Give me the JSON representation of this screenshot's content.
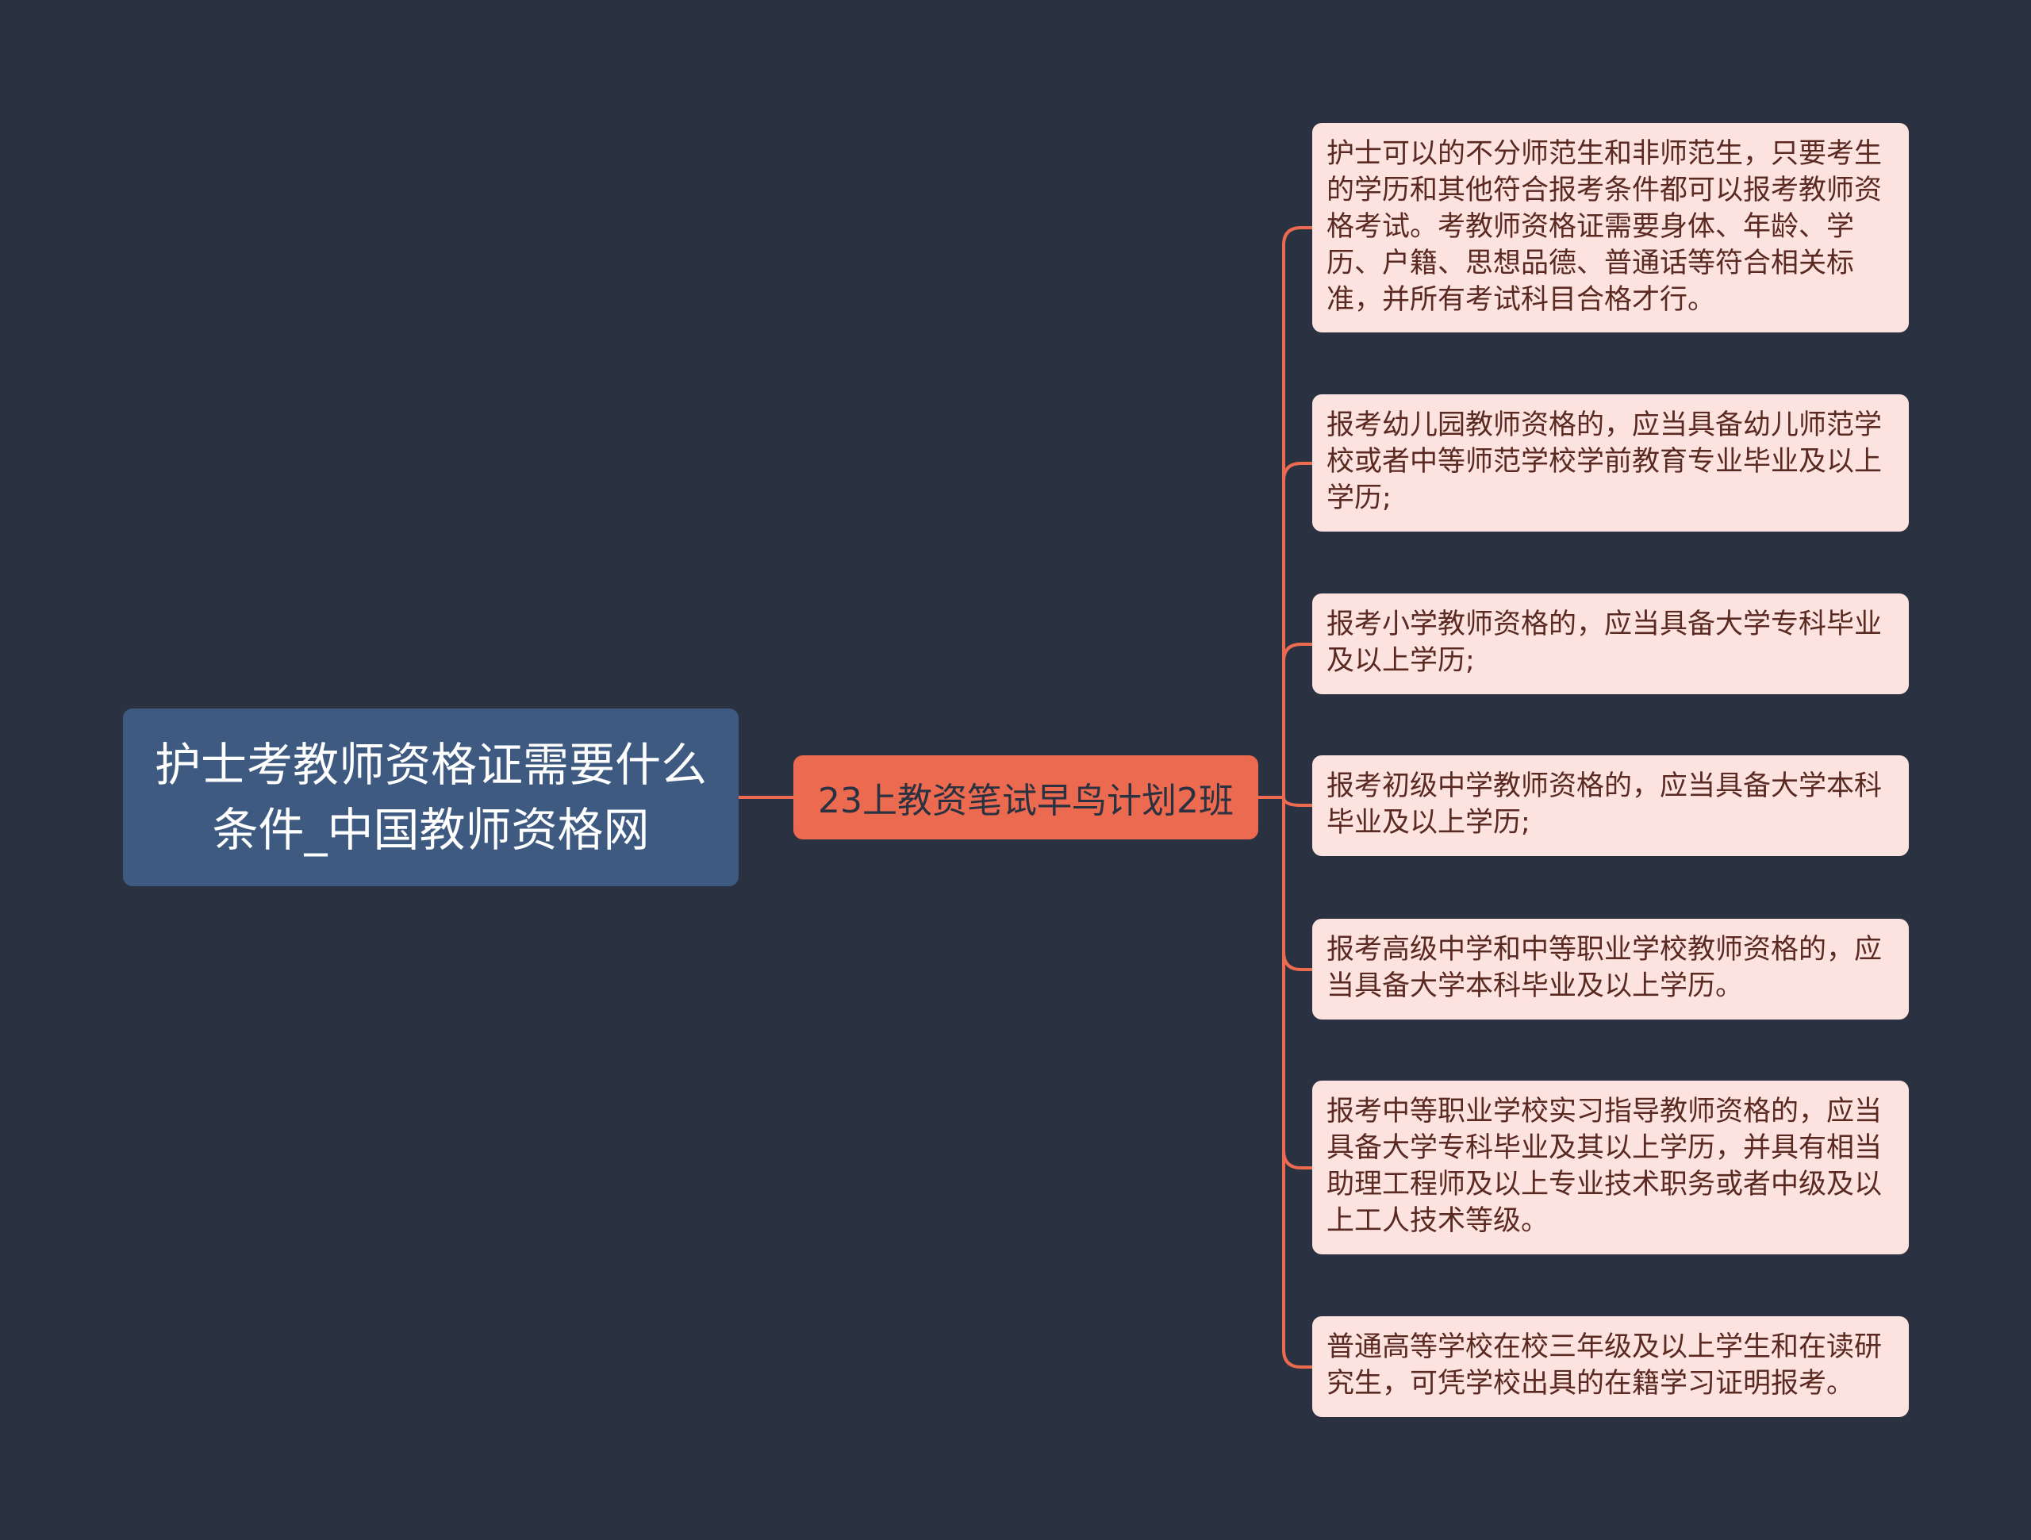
{
  "root": {
    "label": "护士考教师资格证需要什么条件_中国教师资格网"
  },
  "branch": {
    "label": "23上教资笔试早鸟计划2班"
  },
  "leaves": [
    {
      "text": "护士可以的不分师范生和非师范生，只要考生的学历和其他符合报考条件都可以报考教师资格考试。考教师资格证需要身体、年龄、学历、户籍、思想品德、普通话等符合相关标准，并所有考试科目合格才行。"
    },
    {
      "text": "报考幼儿园教师资格的，应当具备幼儿师范学校或者中等师范学校学前教育专业毕业及以上学历;"
    },
    {
      "text": "报考小学教师资格的，应当具备大学专科毕业及以上学历;"
    },
    {
      "text": "报考初级中学教师资格的，应当具备大学本科毕业及以上学历;"
    },
    {
      "text": "报考高级中学和中等职业学校教师资格的，应当具备大学本科毕业及以上学历。"
    },
    {
      "text": "报考中等职业学校实习指导教师资格的，应当具备大学专科毕业及其以上学历，并具有相当助理工程师及以上专业技术职务或者中级及以上工人技术等级。"
    },
    {
      "text": "普通高等学校在校三年级及以上学生和在读研究生，可凭学校出具的在籍学习证明报考。"
    }
  ],
  "colors": {
    "background": "#2a3140",
    "root_fill": "#3e5a80",
    "branch_fill": "#ec6a50",
    "leaf_fill": "#fde3df",
    "connector": "#ec6a50"
  }
}
